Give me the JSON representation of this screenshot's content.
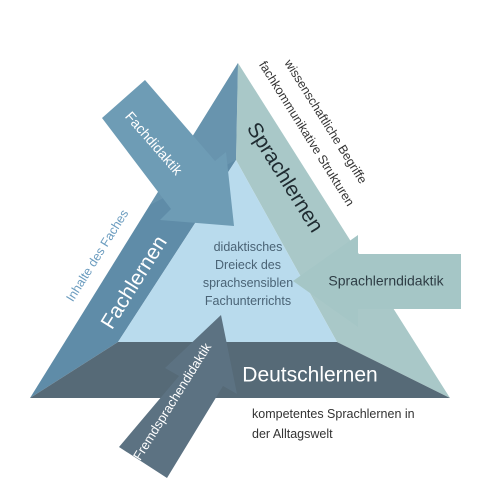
{
  "center": {
    "line1": "didaktisches",
    "line2": "Dreieck des",
    "line3": "sprachsensiblen",
    "line4": "Fachunterrichts"
  },
  "sides": {
    "left": "Fachlernen",
    "right": "Sprachlernen",
    "bottom": "Deutschlernen"
  },
  "arrows": {
    "top_left": "Fachdidaktik",
    "right": "Sprachlerndidaktik",
    "bottom_left": "Fremdsprachendidaktik"
  },
  "outer": {
    "left": "Inhalte des Faches",
    "right_line1": "wissenschaftliche Begriffe",
    "right_line2": "fachkommunikative Strukturen",
    "bottom_line1": "kompetentes Sprachlernen in",
    "bottom_line2": "der Alltagswelt"
  },
  "colors": {
    "left_face": "#5f8ca8",
    "right_face": "#a9c8c8",
    "bottom_face": "#566a77",
    "center": "#b9dbed",
    "arrow_blue": "#6e9cb5",
    "arrow_teal": "#a5c6c6",
    "arrow_dark": "#5c7282",
    "outer_text_blue": "#6b9cbf",
    "outer_text_dark": "#333333"
  }
}
